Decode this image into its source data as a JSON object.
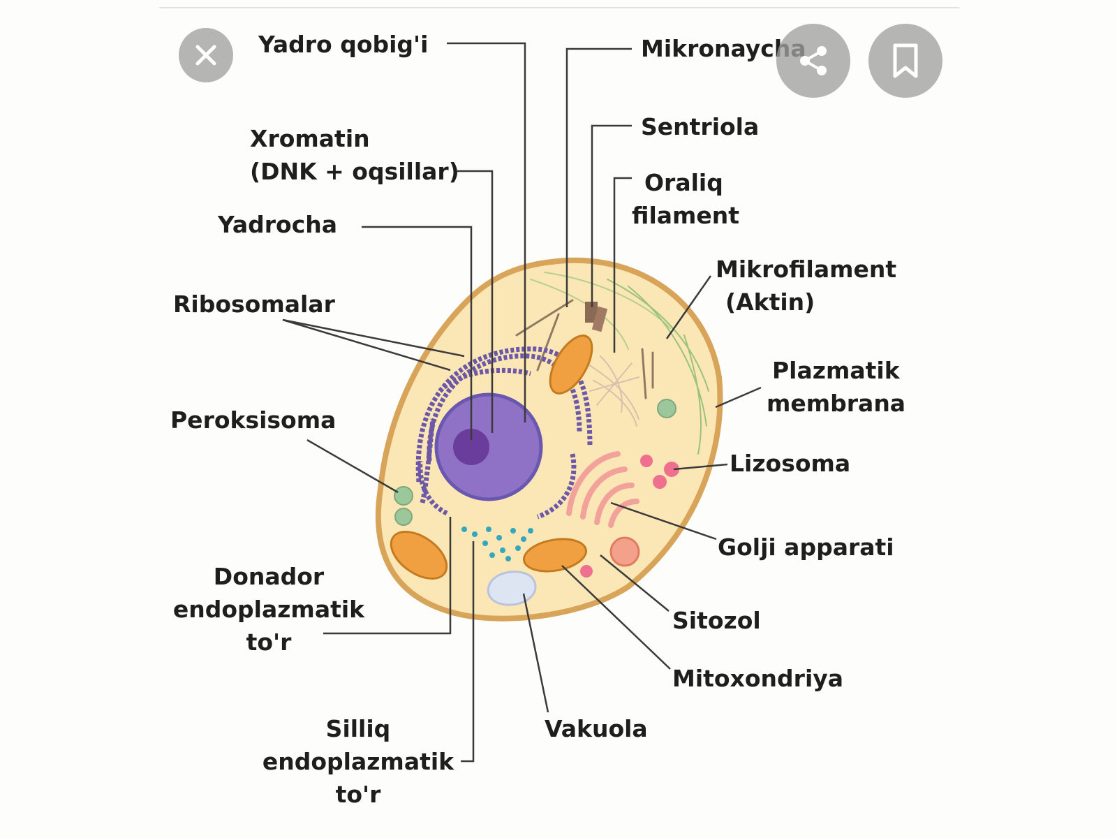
{
  "labels": {
    "nuclear_envelope": "Yadro qobig'i",
    "chromatin_1": "Xromatin",
    "chromatin_2": "(DNK + oqsillar)",
    "nucleolus": "Yadrocha",
    "ribosomes": "Ribosomalar",
    "peroxisome": "Peroksisoma",
    "rough_er_1": "Donador",
    "rough_er_2": "endoplazmatik",
    "rough_er_3": "to'r",
    "smooth_er_1": "Silliq",
    "smooth_er_2": "endoplazmatik",
    "smooth_er_3": "to'r",
    "vacuole": "Vakuola",
    "microtubule": "Mikronaycha",
    "centriole": "Sentriola",
    "intermediate_1": "Oraliq",
    "intermediate_2": "filament",
    "microfilament_1": "Mikrofilament",
    "microfilament_2": "(Aktin)",
    "plasma_membrane_1": "Plazmatik",
    "plasma_membrane_2": "membrana",
    "lysosome": "Lizosoma",
    "golgi": "Golji apparati",
    "cytosol": "Sitozol",
    "mitochondria": "Mitoxondriya"
  },
  "controls": {
    "close_icon": "close-icon",
    "share_icon": "share-icon",
    "bookmark_icon": "bookmark-icon"
  },
  "colors": {
    "cell_fill": "#fbe6b6",
    "cell_border": "#d8a45a",
    "nucleus": "#8f72c6",
    "nucleolus": "#6a3d9c",
    "rough_er": "#6c58a6",
    "golgi": "#f2a29a",
    "mitochondria": "#f0a040",
    "smooth_er_dots": "#33a7bd",
    "peroxisome": "#9cc79a",
    "lysosome": "#ef6f8f",
    "vacuole": "#dde4f2",
    "leader_line": "#3a3a3a"
  }
}
